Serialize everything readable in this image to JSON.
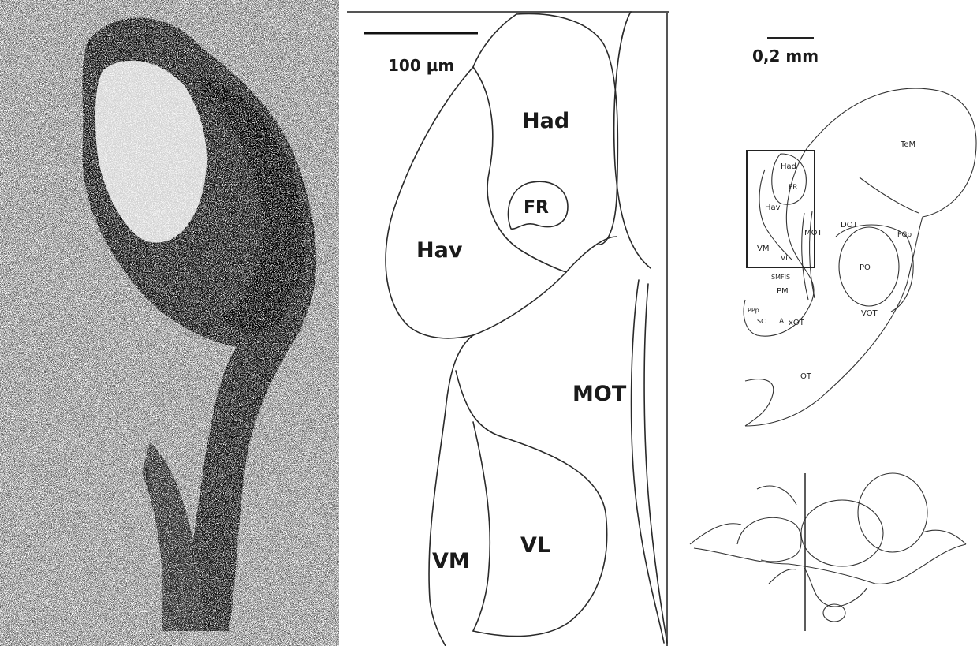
{
  "panels": {
    "histology": {
      "stain_color": "#151515"
    },
    "detail": {
      "scale_bar_label": "100 µm",
      "regions": {
        "had": "Had",
        "fr": "FR",
        "hav": "Hav",
        "mot": "MOT",
        "vm": "VM",
        "vl": "VL"
      }
    },
    "overview": {
      "scale_bar_label": "0,2 mm",
      "regions": {
        "tem": "TeM",
        "had": "Had",
        "fr": "FR",
        "hav": "Hav",
        "mot": "MOT",
        "dot": "DOT",
        "vm": "VM",
        "vl": "VL",
        "pgp": "PGp",
        "po": "PO",
        "smfis": "SMFIS",
        "pm": "PM",
        "ppp": "PPp",
        "sc": "SC",
        "a": "A",
        "xot": "xOT",
        "vot": "VOT",
        "ot": "OT"
      }
    }
  }
}
